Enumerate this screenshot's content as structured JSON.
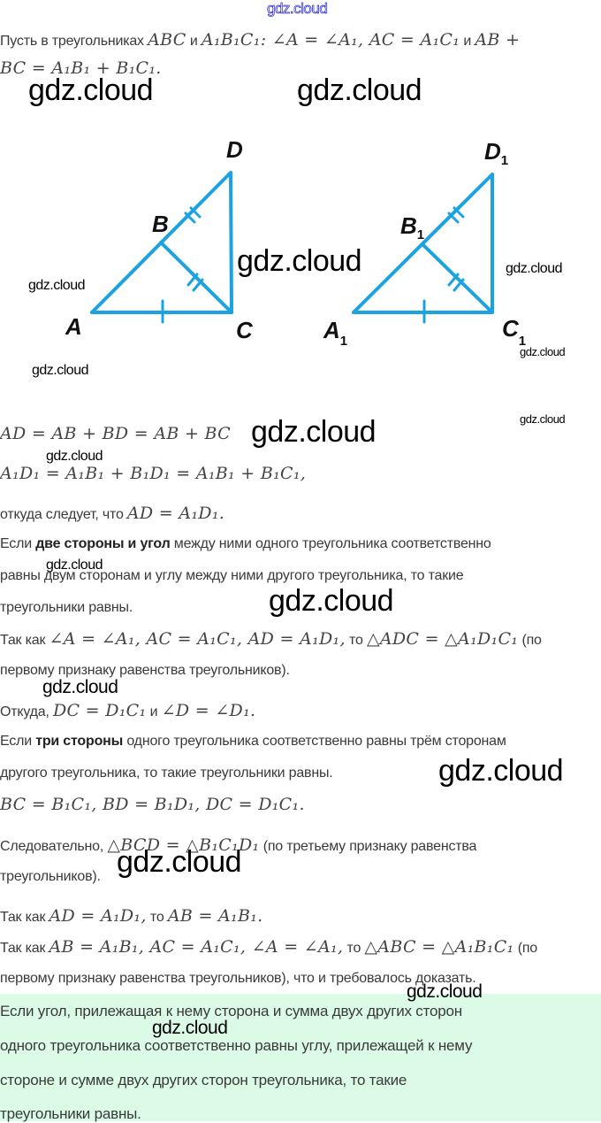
{
  "watermark_top": "gdz.cloud",
  "watermark_text": "gdz.cloud",
  "intro": {
    "part1": "Пусть в треугольниках ",
    "m1": "ABC",
    "and1": " и ",
    "m2": "A₁B₁C₁",
    "m3": ": ∠A = ∠A₁, AC = A₁C₁",
    "and2": " и ",
    "m4": "AB +",
    "line2": "BC = A₁B₁ + B₁C₁."
  },
  "figure": {
    "color": "#1aa3e0",
    "left_labels": {
      "A": "A",
      "B": "B",
      "C": "C",
      "D": "D"
    },
    "right_labels": {
      "A": "A",
      "B": "B",
      "C": "C",
      "D": "D",
      "sub": "1"
    }
  },
  "lines": {
    "eq1": "AD = AB + BD = AB + BC",
    "eq2": "A₁D₁ = A₁B₁ + B₁D₁ = A₁B₁ + B₁C₁,",
    "l3_text": "откуда следует, что ",
    "l3_math": "AD = A₁D₁.",
    "rule1_pre": "Если ",
    "rule1_bold": "две стороны и угол",
    "rule1_post": " между ними одного треугольника соответственно",
    "rule1_l2": "равны двум сторонам и углу между ними другого треугольника, то такие",
    "rule1_l3": "треугольники равны.",
    "l4_pre": "Так как ",
    "l4_math1": "∠A = ∠A₁, AC = A₁C₁, AD = A₁D₁,",
    "l4_mid": " то ",
    "l4_math2": "△ADC = △A₁D₁C₁",
    "l4_post": " (по",
    "l4_l2": "первому признаку равенства треугольников).",
    "l5_pre": "Откуда, ",
    "l5_math1": "DC = D₁C₁",
    "l5_and": " и ",
    "l5_math2": "∠D = ∠D₁.",
    "rule2_pre": "Если ",
    "rule2_bold": "три стороны",
    "rule2_post": " одного треугольника соответственно равны трём сторонам",
    "rule2_l2": "другого треугольника, то такие треугольники равны.",
    "eq3": "BC = B₁C₁, BD = B₁D₁, DC = D₁C₁.",
    "l6_pre": "Следовательно, ",
    "l6_math": "△BCD = △B₁C₁D₁",
    "l6_post": " (по третьему признаку равенства",
    "l6_l2": "треугольников).",
    "l7_pre": "Так как ",
    "l7_math1": "AD = A₁D₁,",
    "l7_mid": " то ",
    "l7_math2": "AB = A₁B₁.",
    "l8_pre": "Так как ",
    "l8_math1": "AB = A₁B₁, AC = A₁C₁, ∠A = ∠A₁,",
    "l8_mid": " то ",
    "l8_math2": "△ABC = △A₁B₁C₁",
    "l8_post": " (по",
    "l8_l2": "первому признаку равенства треугольников), что и требовалось доказать."
  },
  "conclusion": {
    "bg_color": "#dcfbe7",
    "l1": "Если угол, прилежащая к нему сторона и сумма двух других сторон",
    "l2": "одного треугольника соответственно равны углу, прилежащей к нему",
    "l3": "стороне и сумме двух других сторон треугольника, то такие",
    "l4": "треугольники равны."
  }
}
